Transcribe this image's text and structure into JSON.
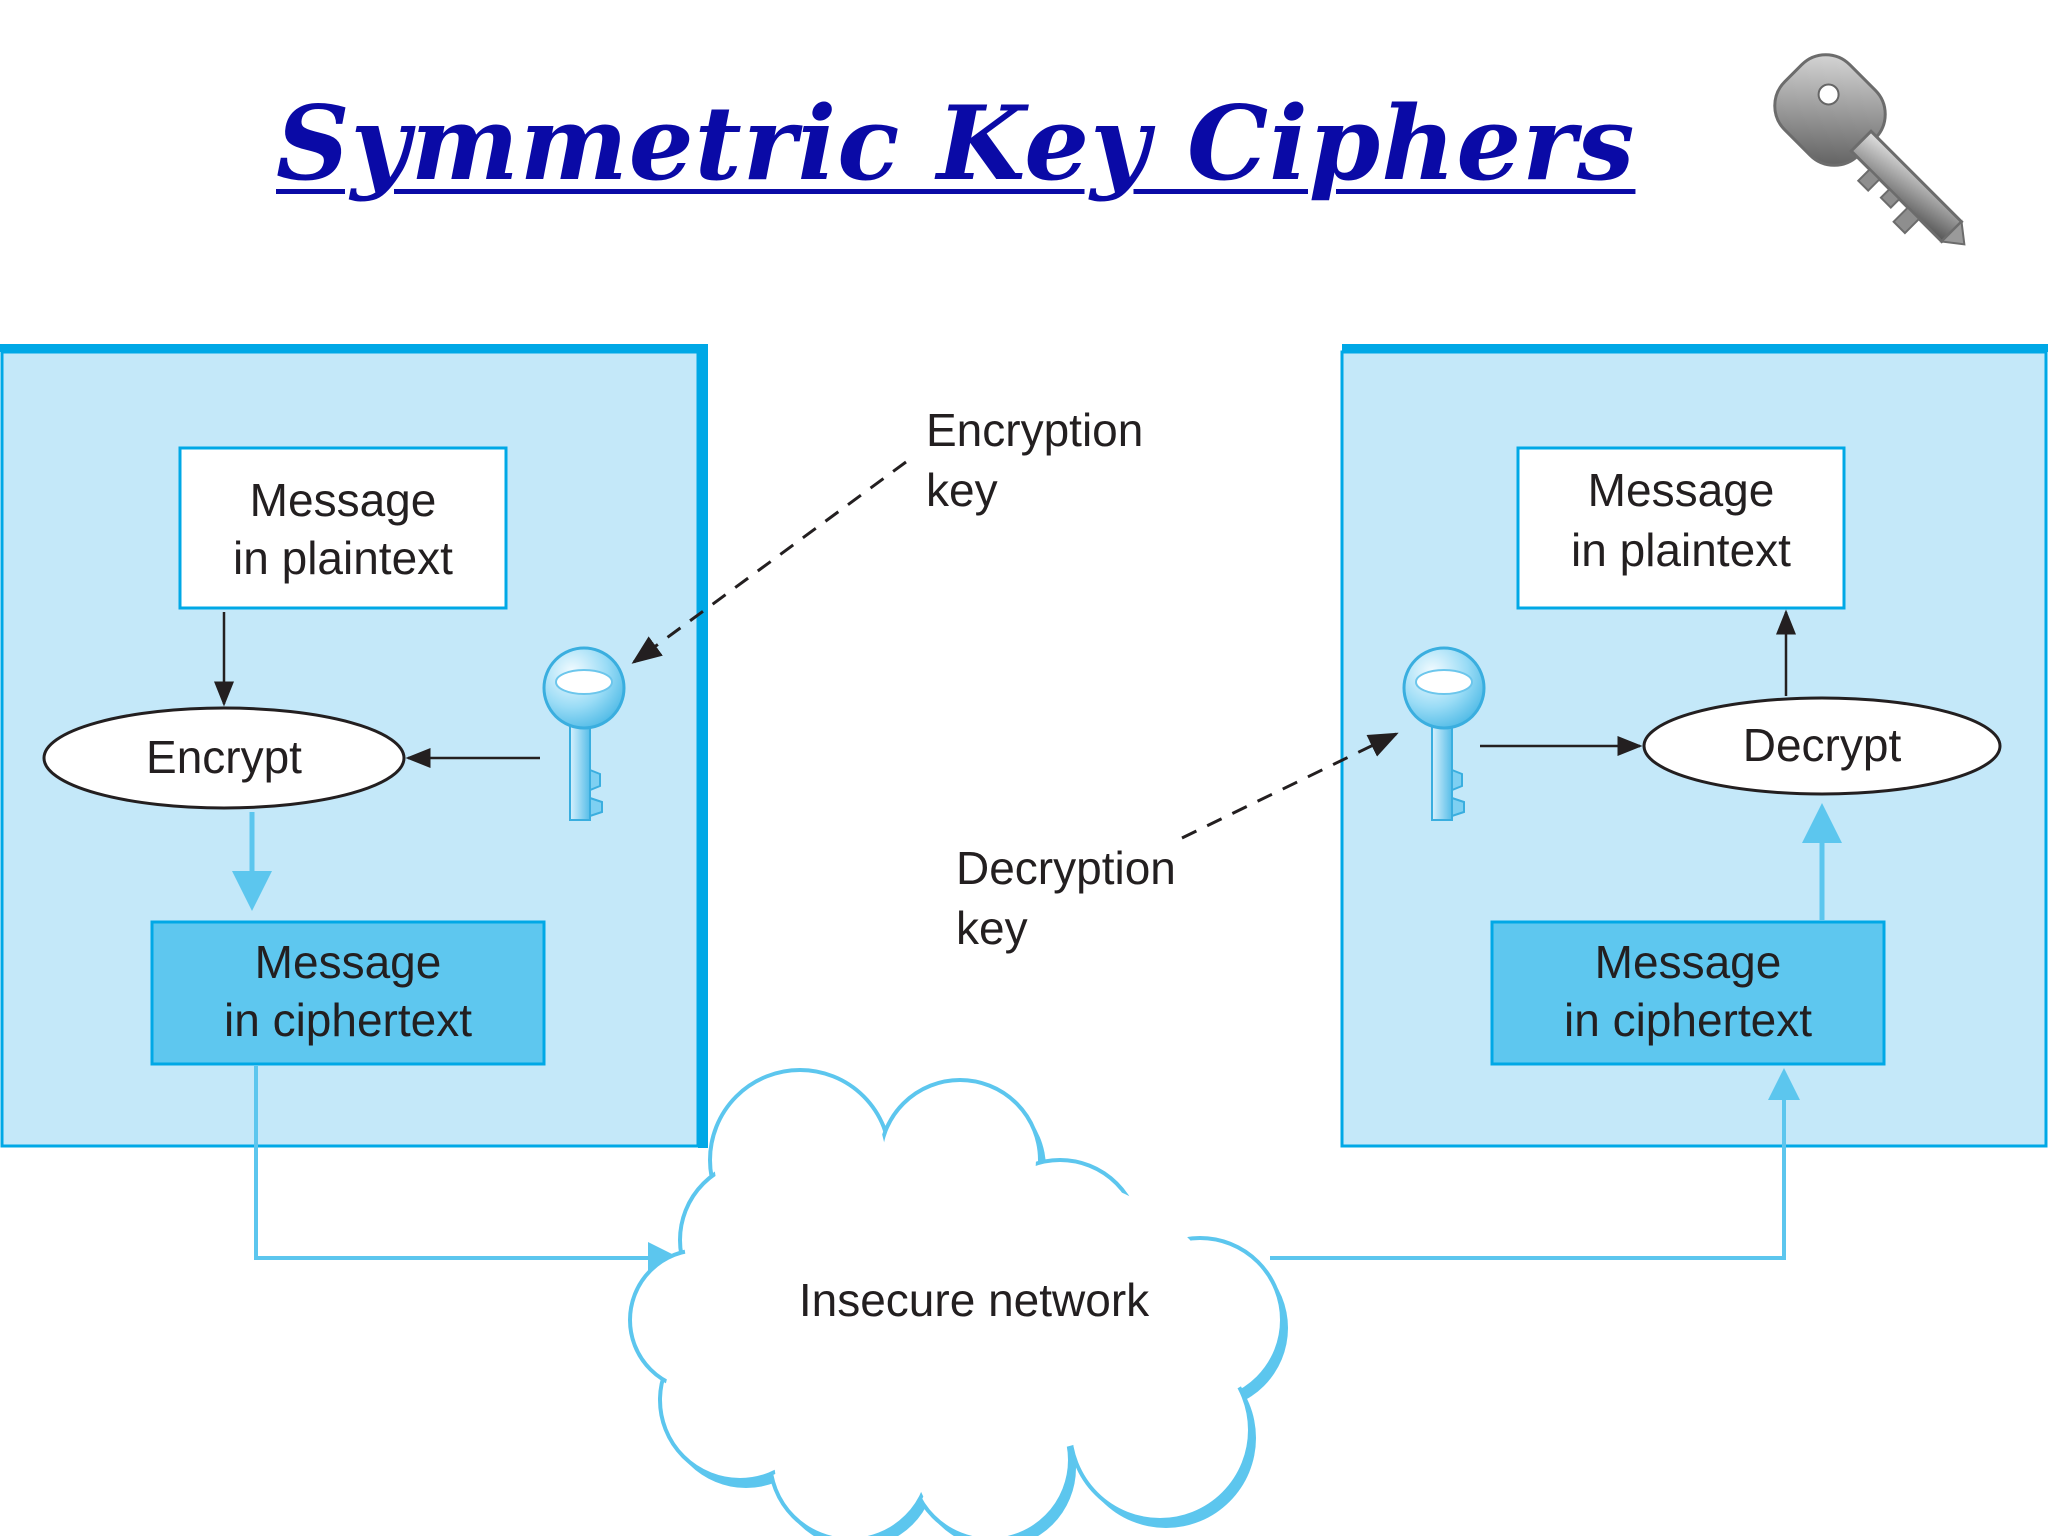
{
  "title": "Symmetric Key Ciphers",
  "sender": {
    "plaintext_box": {
      "line1": "Message",
      "line2": "in plaintext"
    },
    "operation": "Encrypt",
    "ciphertext_box": {
      "line1": "Message",
      "line2": "in ciphertext"
    }
  },
  "receiver": {
    "plaintext_box": {
      "line1": "Message",
      "line2": "in plaintext"
    },
    "operation": "Decrypt",
    "ciphertext_box": {
      "line1": "Message",
      "line2": "in ciphertext"
    }
  },
  "labels": {
    "encryption_key": {
      "line1": "Encryption",
      "line2": "key"
    },
    "decryption_key": {
      "line1": "Decryption",
      "line2": "key"
    },
    "network": "Insecure network"
  },
  "icons": {
    "title_icon": "key-icon",
    "sender_key": "key-icon",
    "receiver_key": "key-icon",
    "network": "cloud-icon"
  },
  "colors": {
    "title": "#0a0aa6",
    "panel_fill": "#c4e8f9",
    "panel_border": "#00a8e6",
    "ciphertext_fill": "#5ec7ef",
    "flow_arrow": "#5cc6ee",
    "text": "#231f20"
  }
}
